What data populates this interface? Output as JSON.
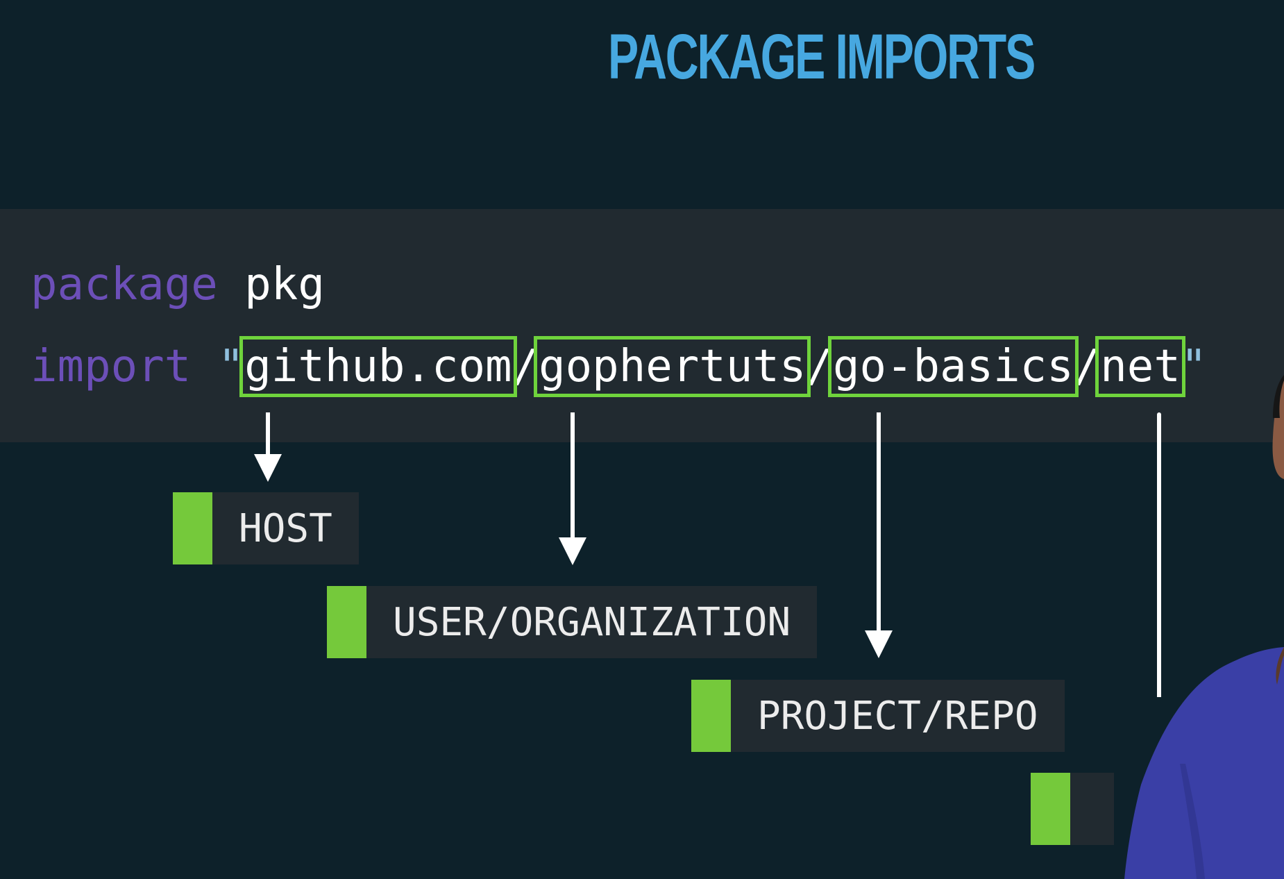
{
  "title": "PACKAGE IMPORTS",
  "code": {
    "line1": {
      "keyword": "package",
      "name": "pkg"
    },
    "line2": {
      "keyword": "import",
      "quote_open": "\"",
      "segments": [
        "github.com",
        "gophertuts",
        "go-basics",
        "net"
      ],
      "separators": [
        "/",
        "/",
        "/"
      ],
      "quote_close": "\""
    }
  },
  "labels": [
    "HOST",
    "USER/ORGANIZATION",
    "PROJECT/REPO"
  ],
  "colors": {
    "background": "#0d212a",
    "code_band": "#212a30",
    "title": "#47a8e0",
    "keyword": "#6c4fb8",
    "highlight": "#6fd33c",
    "label_accent": "#75c93b"
  }
}
